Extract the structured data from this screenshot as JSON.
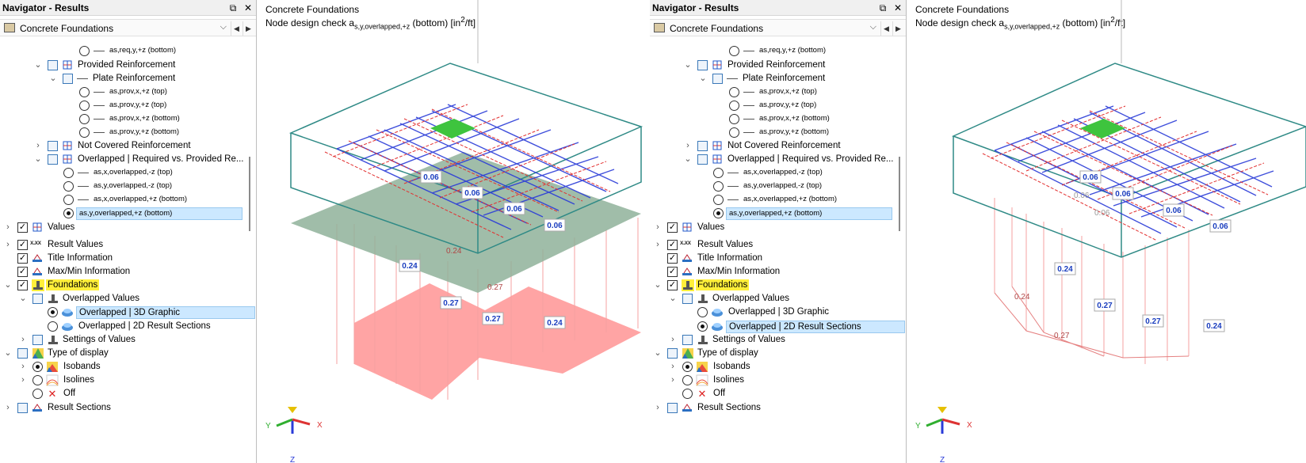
{
  "navigator": {
    "title": "Navigator - Results",
    "combo_value": "Concrete Foundations",
    "items": {
      "as_req_y_bottom": "as,req,y,+z (bottom)",
      "provided_reinforcement": "Provided Reinforcement",
      "plate_reinforcement": "Plate Reinforcement",
      "prov_x_top": "as,prov,x,+z (top)",
      "prov_y_top": "as,prov,y,+z (top)",
      "prov_x_bottom": "as,prov,x,+z (bottom)",
      "prov_y_bottom": "as,prov,y,+z (bottom)",
      "not_covered": "Not Covered Reinforcement",
      "overlapped": "Overlapped | Required vs. Provided Re...",
      "ov_x_top": "as,x,overlapped,-z (top)",
      "ov_y_top": "as,y,overlapped,-z (top)",
      "ov_x_bottom": "as,x,overlapped,+z (bottom)",
      "ov_y_bottom": "as,y,overlapped,+z (bottom)",
      "values": "Values",
      "result_values": "Result Values",
      "title_information": "Title Information",
      "maxmin_information": "Max/Min Information",
      "foundations": "Foundations",
      "overlapped_values": "Overlapped Values",
      "ov_3d": "Overlapped | 3D Graphic",
      "ov_2d": "Overlapped | 2D Result Sections",
      "settings_of_values": "Settings of Values",
      "type_of_display": "Type of display",
      "isobands": "Isobands",
      "isolines": "Isolines",
      "off": "Off",
      "result_sections": "Result Sections"
    },
    "icon_xxx": "x.xx"
  },
  "view": {
    "title": "Concrete Foundations",
    "subtitle_pre": "Node design check a",
    "subtitle_sub": "s,y,overlapped,+z",
    "subtitle_post": " (bottom) [in",
    "subtitle_sup": "2",
    "subtitle_end": "/ft]",
    "axis_x": "X",
    "axis_y": "Y",
    "axis_z": "Z"
  },
  "left_view_labels": {
    "v1": "0.06",
    "v2": "0.06",
    "v3": "0.06",
    "v4": "0.06",
    "v5": "0.24",
    "v6": "0.27",
    "v7": "0.27",
    "v8": "0.24",
    "r1": "0.24",
    "r2": "0.27"
  },
  "right_view_labels": {
    "v1": "0.06",
    "v2": "0.06",
    "v3": "0.06",
    "v4": "0.06",
    "v5": "0.24",
    "v6": "0.27",
    "v7": "0.27",
    "v8": "0.24",
    "r1": "0.24",
    "r2": "0.27",
    "g1": "0.06",
    "g2": "0.06"
  },
  "colors": {
    "accent": "#1c3fbf",
    "selection": "#cce8ff",
    "highlight": "#ffef3a",
    "frame": "#2f8a86",
    "footing_fill": "#ff9a9a"
  }
}
